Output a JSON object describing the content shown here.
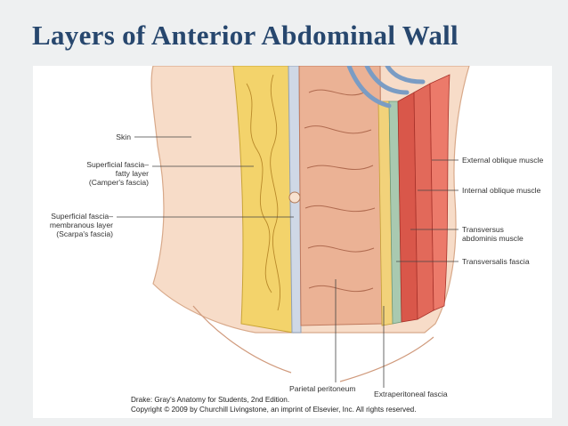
{
  "title": "Layers of Anterior Abdominal Wall",
  "labels": {
    "skin": "Skin",
    "campers_line1": "Superficial fascia–",
    "campers_line2": "fatty layer",
    "campers_line3": "(Camper's fascia)",
    "scarpas_line1": "Superficial fascia–",
    "scarpas_line2": "membranous layer",
    "scarpas_line3": "(Scarpa's fascia)",
    "external_oblique": "External oblique muscle",
    "internal_oblique": "Internal oblique muscle",
    "transversus_line1": "Transversus",
    "transversus_line2": "abdominis muscle",
    "transversalis": "Transversalis fascia",
    "parietal_peritoneum": "Parietal peritoneum",
    "extraperitoneal": "Extraperitoneal fascia"
  },
  "credit": {
    "line1": "Drake: Gray's Anatomy for Students, 2nd Edition.",
    "line2": "Copyright © 2009 by Churchill Livingstone, an imprint of Elsevier, Inc. All rights reserved."
  }
}
